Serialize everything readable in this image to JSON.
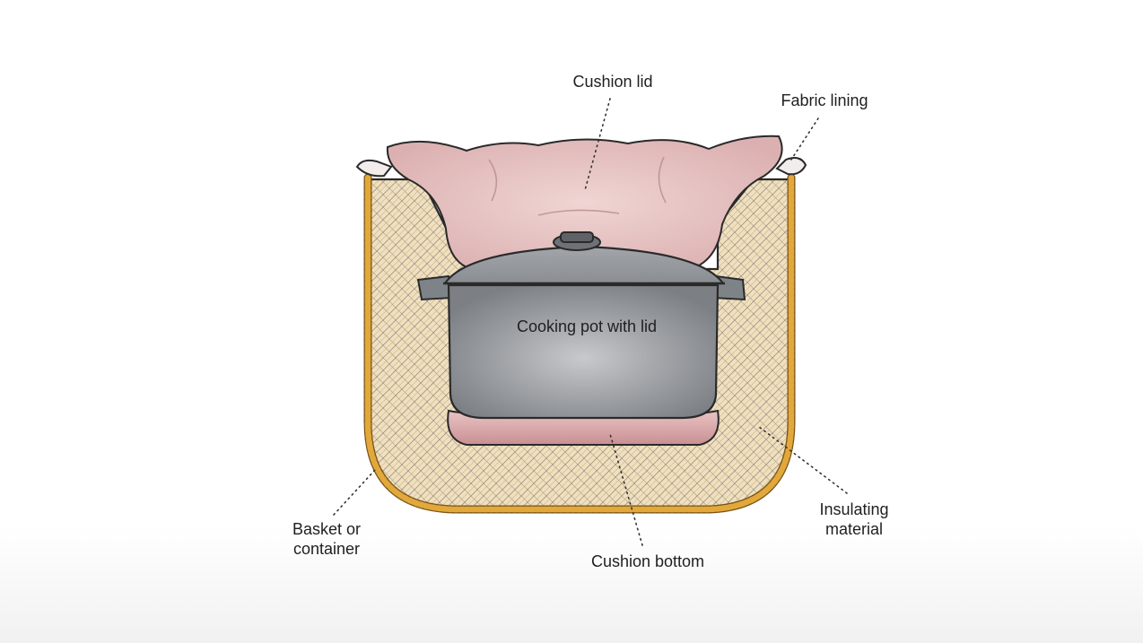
{
  "labels": {
    "cushion_lid": "Cushion lid",
    "fabric_lining": "Fabric lining",
    "cooking_pot": "Cooking pot with lid",
    "basket_line1": "Basket or",
    "basket_line2": "container",
    "cushion_bottom": "Cushion bottom",
    "insulating_line1": "Insulating",
    "insulating_line2": "material"
  },
  "colors": {
    "basket_rope": "#e0a63a",
    "insulation": "#ead7b0",
    "cushion": "#e8c3c3",
    "pot": "#8f9397",
    "outline": "#2a2a2a"
  }
}
